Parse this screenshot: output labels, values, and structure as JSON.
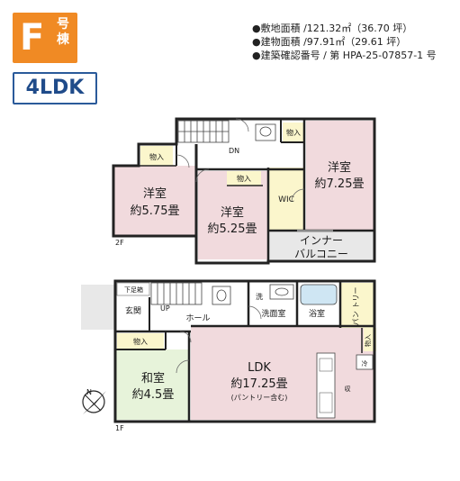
{
  "badge": {
    "letter": "F",
    "suffix": "号棟"
  },
  "layout_type": "4LDK",
  "specs": [
    "●敷地面積 /121.32㎡（36.70 坪）",
    "●建物面積 /97.91㎡（29.61 坪）",
    "●建築確認番号 / 第 HPA-25-07857-1 号"
  ],
  "floor2": {
    "label": "2F",
    "rooms": {
      "western_a": {
        "name": "洋室",
        "size": "約5.75畳"
      },
      "western_b": {
        "name": "洋室",
        "size": "約5.25畳"
      },
      "western_c": {
        "name": "洋室",
        "size": "約7.25畳"
      },
      "storage_1": "物入",
      "storage_2": "物入",
      "storage_3": "物入",
      "wic": "WIC",
      "balcony_1": "インナー",
      "balcony_2": "バルコニー",
      "dn": "DN"
    }
  },
  "floor1": {
    "label": "1F",
    "rooms": {
      "genkan": "玄関",
      "shoebox": "下足箱",
      "hall": "ホール",
      "up": "UP",
      "toilet_mark": "洗",
      "washroom": "洗面室",
      "bathroom": "浴室",
      "pantry": "パン トリー",
      "storage_4": "物入",
      "storage_5": "物入",
      "ldk": {
        "name": "LDK",
        "size": "約17.25畳",
        "note": "(パントリー含む)"
      },
      "washitsu": {
        "name": "和室",
        "size": "約4.5畳"
      },
      "fridge": "冷",
      "cooktop": "収"
    }
  }
}
